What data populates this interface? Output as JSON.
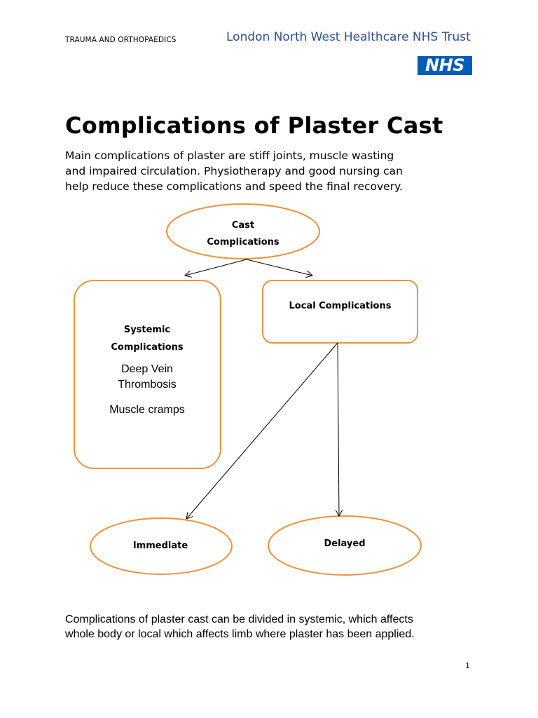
{
  "header": {
    "left": "TRAUMA AND ORTHOPAEDICS",
    "right": "London North West Healthcare NHS Trust",
    "logo": "NHS"
  },
  "title": "Complications of Plaster Cast",
  "intro": {
    "line1": "Main complications of plaster are stiff joints, muscle wasting",
    "line2": "and impaired circulation. Physiotherapy and good nursing can",
    "line3": "help reduce these complications and speed the final recovery."
  },
  "diagram": {
    "root": {
      "line1": "Cast",
      "line2": "Complications"
    },
    "systemic": {
      "line1": "Systemic",
      "line2": "Complications",
      "items": [
        "Deep Vein Thrombosis",
        "Muscle cramps"
      ]
    },
    "local": {
      "label": "Local Complications"
    },
    "immediate": {
      "label": "Immediate"
    },
    "delayed": {
      "label": "Delayed"
    },
    "colors": {
      "outline": "#f0913a",
      "arrow": "#000000"
    }
  },
  "footer": {
    "line1": "Complications of plaster cast can be divided in systemic, which affects",
    "line2": "whole body or local which affects limb where plaster has been applied."
  },
  "page_number": "1"
}
